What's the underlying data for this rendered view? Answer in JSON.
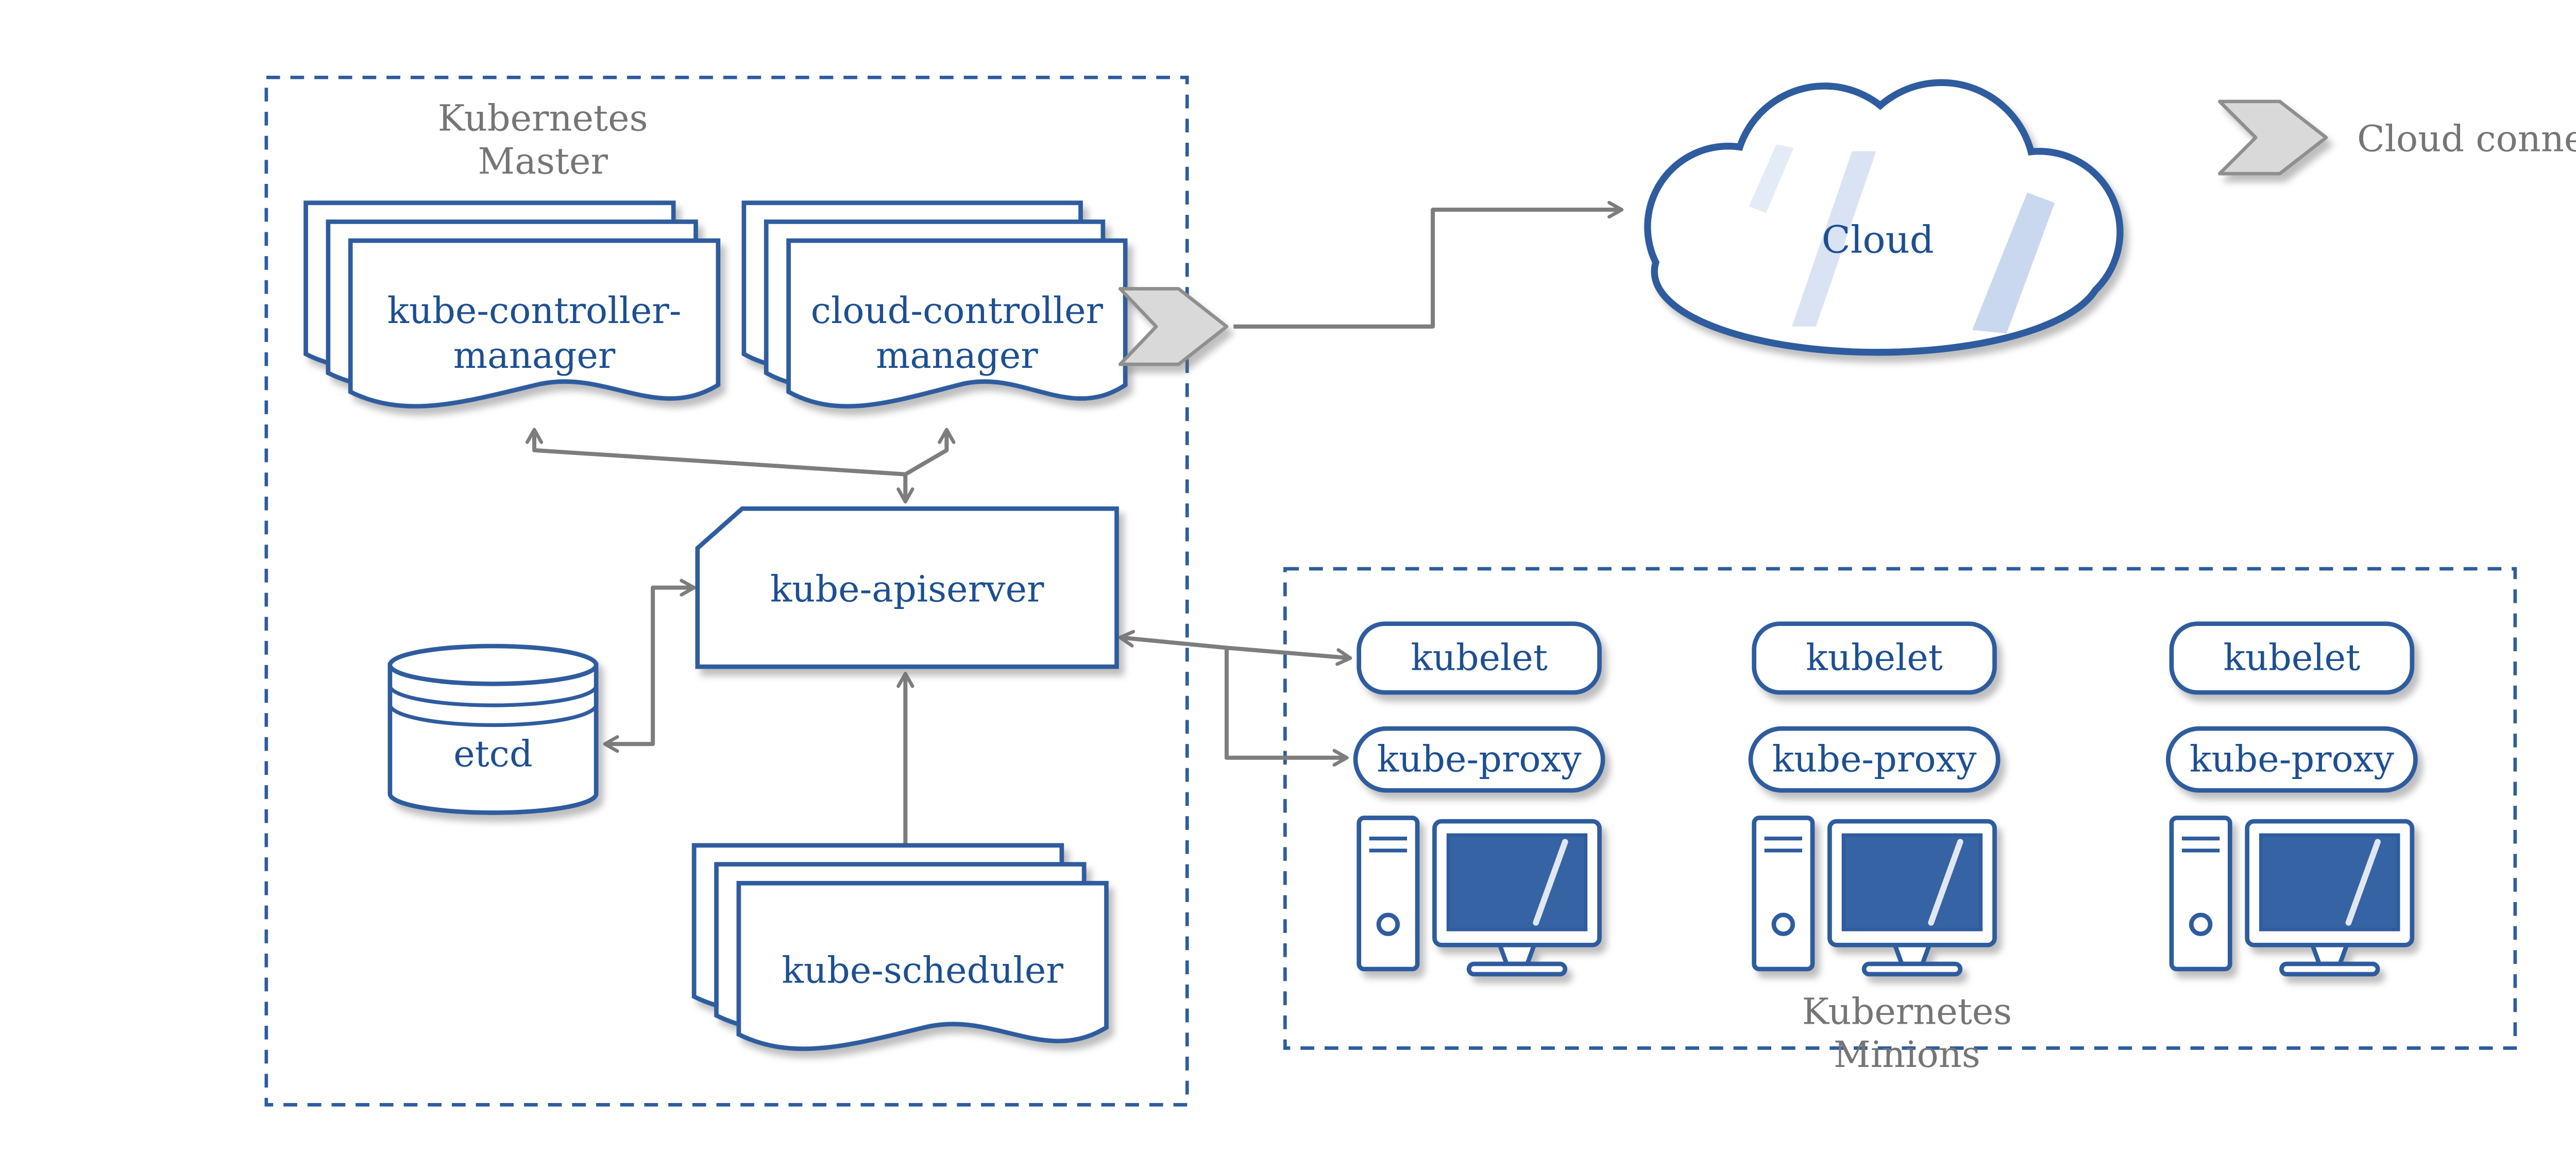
{
  "colors": {
    "primary": "#2e5c9e",
    "node_text": "#1d4f91",
    "region_text": "#757575",
    "edge": "#7d7d7d",
    "screen_blue": "#3563a4",
    "connector_fill": "#d9d9d9"
  },
  "master": {
    "label_line1": "Kubernetes",
    "label_line2": "Master",
    "nodes": {
      "kube_controller_manager": {
        "line1": "kube-controller-",
        "line2": "manager"
      },
      "cloud_controller_manager": {
        "line1": "cloud-controller",
        "line2": "manager"
      },
      "kube_apiserver": {
        "label": "kube-apiserver"
      },
      "etcd": {
        "label": "etcd"
      },
      "kube_scheduler": {
        "label": "kube-scheduler"
      }
    }
  },
  "cloud": {
    "label": "Cloud"
  },
  "legend": {
    "cloud_connector": "Cloud connector"
  },
  "minions": {
    "label_line1": "Kubernetes",
    "label_line2": "Minions",
    "nodes": [
      {
        "kubelet": "kubelet",
        "kube_proxy": "kube-proxy"
      },
      {
        "kubelet": "kubelet",
        "kube_proxy": "kube-proxy"
      },
      {
        "kubelet": "kubelet",
        "kube_proxy": "kube-proxy"
      }
    ]
  }
}
